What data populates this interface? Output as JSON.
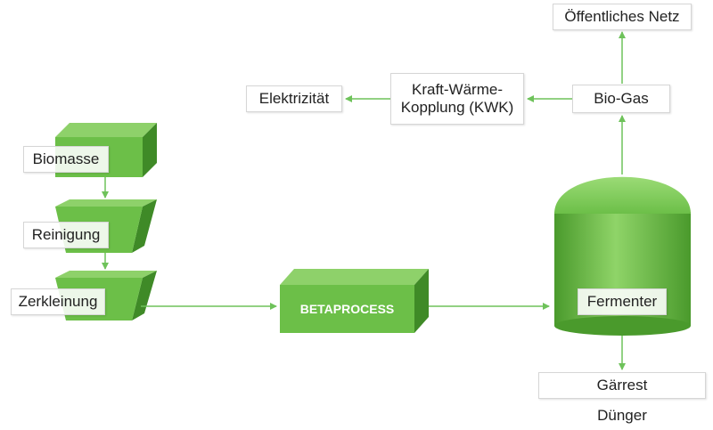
{
  "colors": {
    "green_light": "#8ed16a",
    "green_mid": "#6cbf48",
    "green_dark": "#3f8a27",
    "arrow": "#6ec25a"
  },
  "nodes": {
    "biomasse": "Biomasse",
    "reinigung": "Reinigung",
    "zerkleinung": "Zerkleinung",
    "betaprocess": "BETAPROCESS",
    "fermenter": "Fermenter",
    "gaerrest": "Gärrest",
    "duenger": "Dünger",
    "biogas": "Bio-Gas",
    "oeffentliches_netz": "Öffentliches Netz",
    "kwk": "Kraft-Wärme-\nKopplung (KWK)",
    "elektrizitaet": "Elektrizität"
  }
}
